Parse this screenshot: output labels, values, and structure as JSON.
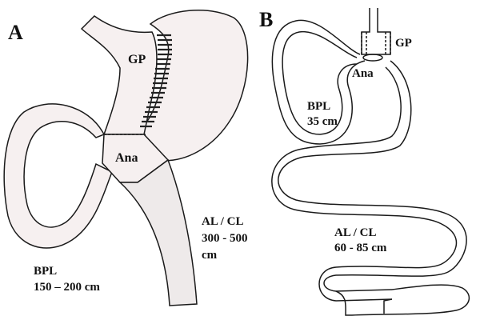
{
  "colors": {
    "stroke": "#1a1a1a",
    "fill_light": "#f6f0f0",
    "fill_white": "#ffffff",
    "staple": "#222222"
  },
  "panel_a": {
    "letter": "A",
    "gastric_pouch_label": "GP",
    "anastomosis_label": "Ana",
    "biliopancreatic_limb": {
      "name": "BPL",
      "length": "150 – 200 cm"
    },
    "alimentary_limb": {
      "name": "AL / CL",
      "length_line1": "300 - 500",
      "length_line2": "cm"
    }
  },
  "panel_b": {
    "letter": "B",
    "gastric_pouch_label": "GP",
    "anastomosis_label": "Ana",
    "biliopancreatic_limb": {
      "name": "BPL",
      "length": "35 cm"
    },
    "alimentary_limb": {
      "name": "AL / CL",
      "length": "60 - 85 cm"
    }
  }
}
